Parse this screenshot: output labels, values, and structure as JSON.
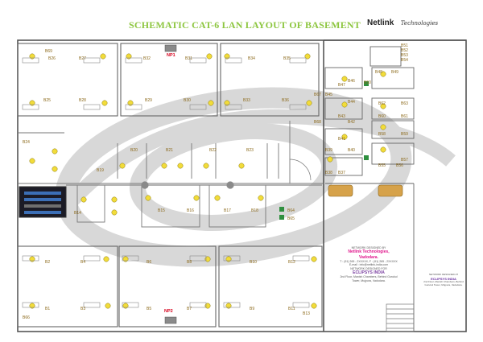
{
  "title": "SCHEMATIC CAT-6 LAN LAYOUT OF BASEMENT",
  "brand": {
    "name": "Netlink",
    "tagline": "Technologies"
  },
  "network_points": [
    "NP1",
    "NP2"
  ],
  "workstations": [
    "B1",
    "B2",
    "B3",
    "B4",
    "B5",
    "B6",
    "B7",
    "B8",
    "B9",
    "B10",
    "B11",
    "B12",
    "B13",
    "B14",
    "B15",
    "B16",
    "B17",
    "B18",
    "B19",
    "B20",
    "B21",
    "B22",
    "B23",
    "B24",
    "B25",
    "B26",
    "B27",
    "B28",
    "B29",
    "B30",
    "B31",
    "B32",
    "B33",
    "B34",
    "B35",
    "B36",
    "B37",
    "B38",
    "B39",
    "B40",
    "B41",
    "B42",
    "B43",
    "B44",
    "B45",
    "B46",
    "B47",
    "B48",
    "B49",
    "B50",
    "B51",
    "B52",
    "B53",
    "B54",
    "B55",
    "B56",
    "B57",
    "B58",
    "B59",
    "B60",
    "B61",
    "B62",
    "B63",
    "B64",
    "B65",
    "B66",
    "B67",
    "B68",
    "B69"
  ],
  "designer_note": {
    "heading": "NETWORK DESIGNED BY",
    "company": "Netlink Technologies, Vadodara.",
    "contact": "T : (91) 265 - 2XXXXX, F : (91) 265 - 2XXXXX",
    "email": "E-mail : info@netlink-india.com",
    "for_heading": "NETWORK DESIGNED FOR",
    "client": "ECLIPSYS INDIA",
    "address": "2nd Floor, Manish Chambers, Behind Gurukul Tower, Mujpura, Vadodara."
  },
  "client_note": {
    "heading": "NETWORK DESIGNED AT",
    "client": "ECLIPSYS INDIA",
    "address": "2nd Floor, Manish Chambers, Behind Gurukul Tower, Mujpura, Vadodara."
  }
}
